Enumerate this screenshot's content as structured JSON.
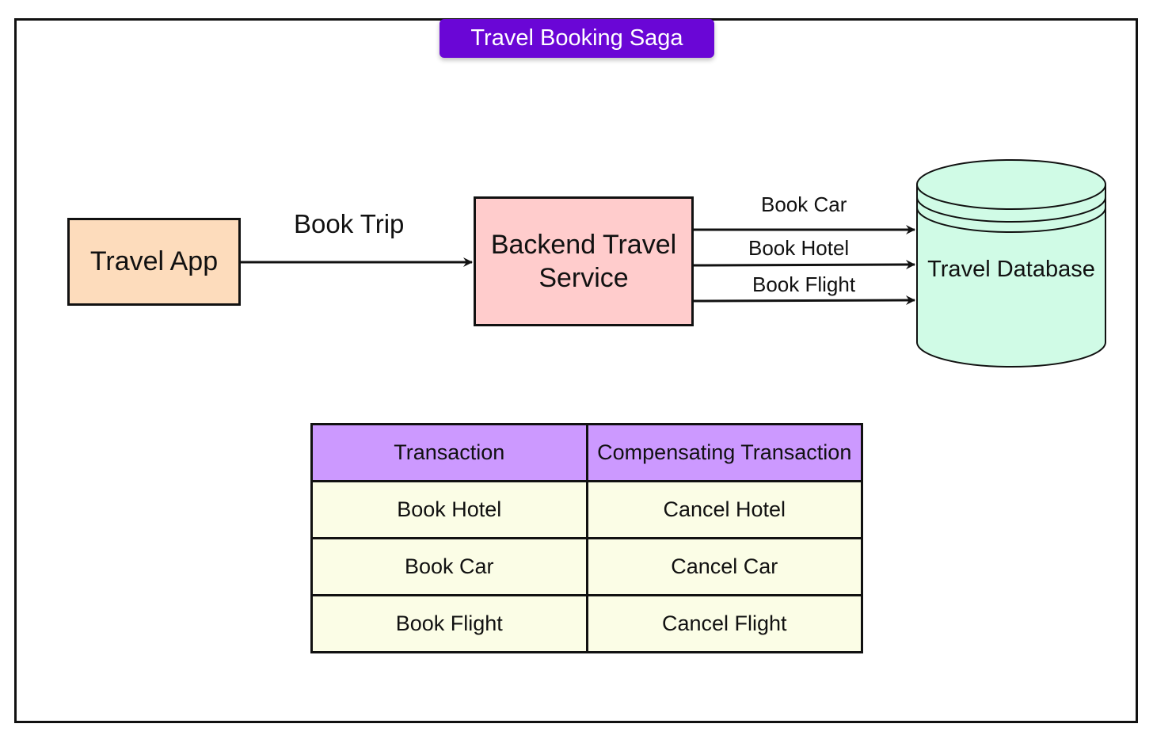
{
  "title": "Travel Booking Saga",
  "colors": {
    "title_bg": "#6a06d6",
    "travel_app_fill": "#fddcbc",
    "backend_fill": "#ffcccc",
    "database_fill": "#d0fbe6",
    "table_header_fill": "#cc99ff",
    "table_cell_fill": "#fbfde6"
  },
  "nodes": {
    "travel_app": "Travel App",
    "backend": "Backend Travel Service",
    "database": "Travel Database"
  },
  "edges": {
    "book_trip": "Book Trip",
    "book_car": "Book Car",
    "book_hotel": "Book Hotel",
    "book_flight": "Book Flight"
  },
  "table": {
    "headers": [
      "Transaction",
      "Compensating Transaction"
    ],
    "rows": [
      [
        "Book Hotel",
        "Cancel Hotel"
      ],
      [
        "Book Car",
        "Cancel Car"
      ],
      [
        "Book Flight",
        "Cancel Flight"
      ]
    ]
  }
}
